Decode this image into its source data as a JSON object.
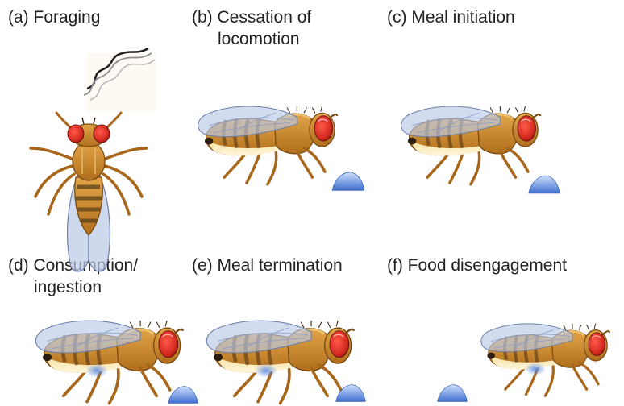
{
  "panels": {
    "a": {
      "label": "(a) Foraging"
    },
    "b": {
      "label_line1": "(b) Cessation of",
      "label_line2": "locomotion"
    },
    "c": {
      "label": "(c) Meal initiation"
    },
    "d": {
      "label_line1": "(d) Consumption/",
      "label_line2": "ingestion"
    },
    "e": {
      "label": "(e) Meal termination"
    },
    "f": {
      "label": "(f) Food disengagement"
    }
  },
  "colors": {
    "body": "#c9852a",
    "body_light": "#f7e2a8",
    "body_dark": "#8a5414",
    "eye": "#d42a20",
    "wing": "#b9c9e6",
    "food": "#3f6fd0",
    "food_light": "#cfe0fb",
    "odor": "#231f20"
  },
  "icons": [
    "odor-plume-icon",
    "fly-top-view-icon",
    "fly-side-view-icon",
    "food-droplet-icon"
  ]
}
